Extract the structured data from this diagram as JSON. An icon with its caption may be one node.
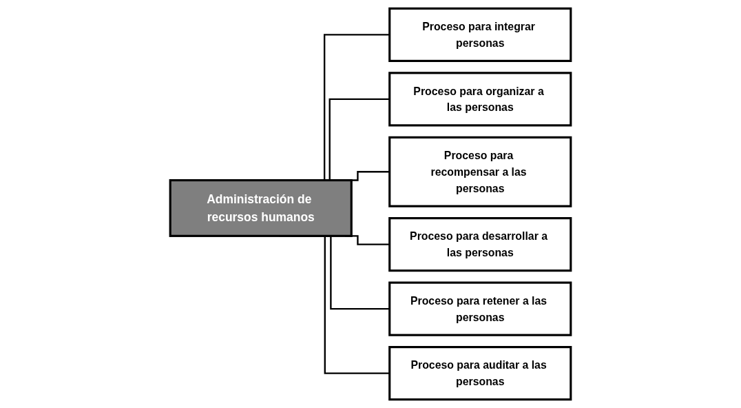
{
  "diagram": {
    "nodes": [
      {
        "text": [
          "Administración de recursos humanos"
        ]
      },
      {
        "text": [
          "Proceso para integrar personas"
        ]
      },
      {
        "text": [
          "Proceso para organizar a las personas"
        ]
      },
      {
        "text": [
          "Proceso para recompensar a las personas"
        ]
      },
      {
        "text": [
          "Proceso para desarrollar a las personas"
        ]
      },
      {
        "text": [
          "Proceso para retener a las personas"
        ]
      },
      {
        "text": [
          "Proceso para auditar a las personas"
        ]
      }
    ],
    "edges": [
      {
        "from": 0,
        "to": 1,
        "arrow": "none"
      },
      {
        "from": 0,
        "to": 2,
        "arrow": "none"
      },
      {
        "from": 0,
        "to": 3,
        "arrow": "none"
      },
      {
        "from": 0,
        "to": 4,
        "arrow": "none"
      },
      {
        "from": 0,
        "to": 5,
        "arrow": "none"
      },
      {
        "from": 0,
        "to": 6,
        "arrow": "none"
      }
    ]
  }
}
